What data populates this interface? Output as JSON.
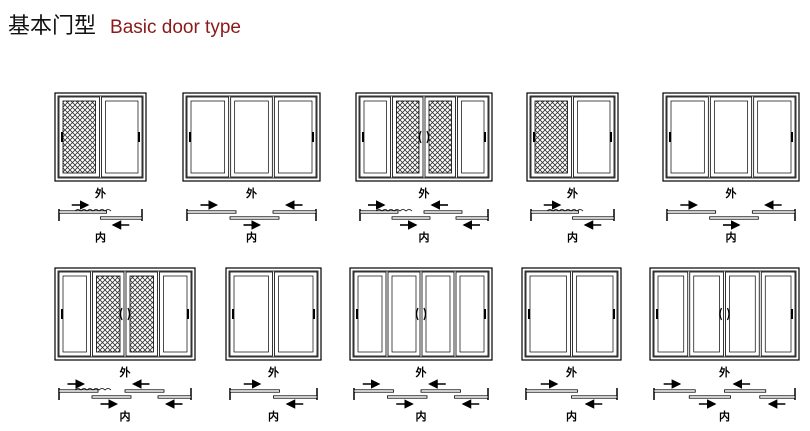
{
  "title": {
    "cn": "基本门型",
    "en": "Basic door type"
  },
  "label_outside": "外",
  "label_inside": "内",
  "doors": [
    {
      "id": "door-1",
      "panels": 2,
      "screen_panels": [
        0
      ]
    },
    {
      "id": "door-2",
      "panels": 3,
      "screen_panels": []
    },
    {
      "id": "door-3",
      "panels": 4,
      "screen_panels": [
        1,
        2
      ]
    },
    {
      "id": "door-4",
      "panels": 2,
      "screen_panels": [
        0
      ]
    },
    {
      "id": "door-5",
      "panels": 3,
      "screen_panels": []
    },
    {
      "id": "door-6",
      "panels": 4,
      "screen_panels": [
        1,
        2
      ]
    },
    {
      "id": "door-7",
      "panels": 2,
      "screen_panels": []
    },
    {
      "id": "door-8",
      "panels": 4,
      "screen_panels": []
    },
    {
      "id": "door-9",
      "panels": 2,
      "screen_panels": []
    },
    {
      "id": "door-10",
      "panels": 4,
      "screen_panels": []
    }
  ]
}
